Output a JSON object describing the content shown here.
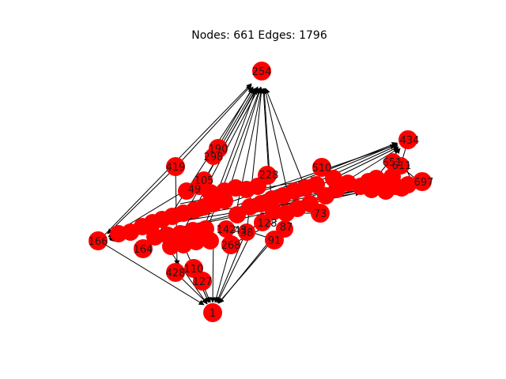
{
  "title": "Nodes: 661 Edges: 1796",
  "colors": {
    "node": "#ff0000",
    "edge": "#000000",
    "label": "#1a1a1a"
  },
  "graph": {
    "labels": {
      "n254": "254",
      "n1": "1",
      "n166": "166",
      "n434": "434",
      "n419": "419",
      "n190": "190",
      "n298": "298",
      "n510": "510",
      "n651": "651",
      "n611": "611",
      "n697": "697",
      "n105": "105",
      "n91": "91",
      "n268": "268",
      "n428": "428",
      "n110": "110",
      "n127": "127",
      "n164": "164",
      "n43": "43",
      "n38": "38",
      "n142": "142",
      "n128": "128",
      "n87": "87",
      "n73": "73",
      "n49": "49",
      "n228": "228"
    }
  }
}
